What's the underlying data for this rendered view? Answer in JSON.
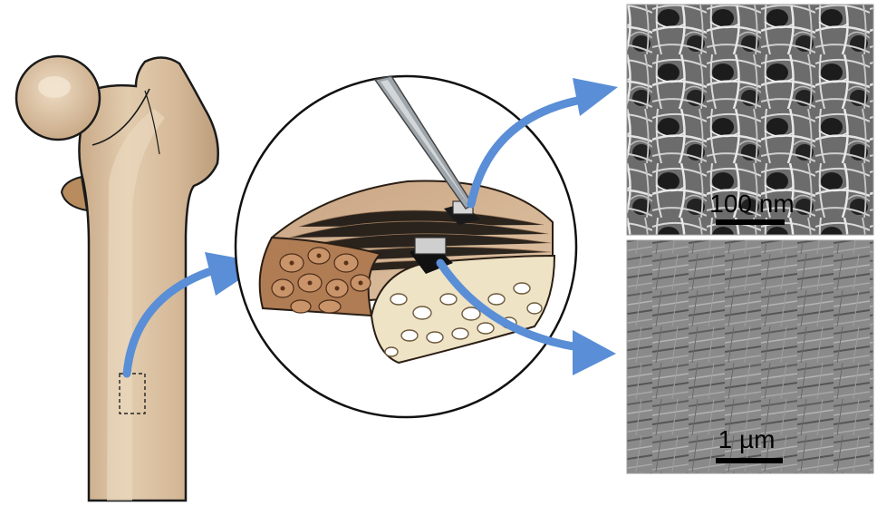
{
  "panels": {
    "top_right": {
      "scale_label": "100 nm",
      "description_type": "SEM image of collagen fibrils"
    },
    "bottom_right": {
      "scale_label": "1 µm",
      "description_type": "TEM image of fibril arrays"
    }
  },
  "colors": {
    "bone_light": "#dcc4a4",
    "bone_mid": "#c8a888",
    "bone_outline": "#1a1a1a",
    "arrow_blue": "#5a8ed6",
    "cortical_brown": "#a0785a",
    "trabecular_cream": "#efe3c6"
  },
  "icons": [
    "femur-bone",
    "cortical-bone-block",
    "needle-probe",
    "curved-arrow"
  ]
}
